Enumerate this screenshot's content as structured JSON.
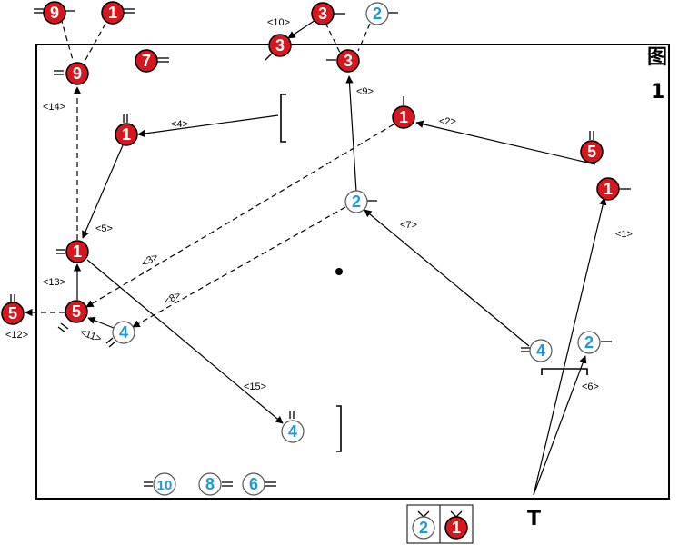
{
  "figure": {
    "char": "图",
    "number": "1"
  },
  "colors": {
    "red": "#d7161e",
    "blue": "#1a9ad9",
    "line": "#000000"
  },
  "players": {
    "r9_top": "9",
    "r1_top": "1",
    "r9_in": "9",
    "r7": "7",
    "r3_a": "3",
    "r3_b": "3",
    "b2_top": "2",
    "r3_c": "3",
    "r1_left": "1",
    "r1_center": "1",
    "b2_center": "2",
    "r5_right": "5",
    "r1_right": "1",
    "r1_mid": "1",
    "r5_left": "5",
    "r5_out": "5",
    "b4_left": "4",
    "b4_right": "4",
    "b2_right": "2",
    "b4_bottom": "4",
    "b10": "10",
    "b8": "8",
    "b6": "6",
    "b2_leg": "2",
    "r1_leg": "1"
  },
  "labels": {
    "l1": "<1>",
    "l2": "<2>",
    "l3": "<3>",
    "l4": "<4>",
    "l5": "<5>",
    "l6": "<6>",
    "l7": "<7>",
    "l8": "<8>",
    "l9": "<9>",
    "l10": "<10>",
    "l11": "<11>",
    "l12": "<12>",
    "l13": "<13>",
    "l14": "<14>",
    "l15": "<15>"
  },
  "basket_label": "T"
}
